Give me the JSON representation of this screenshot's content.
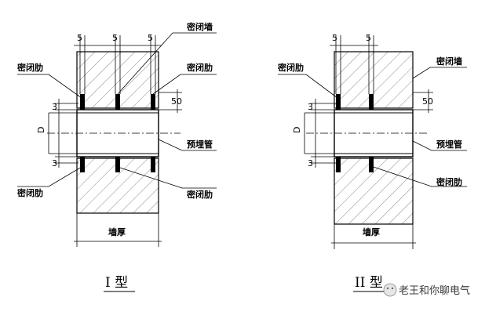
{
  "type1": {
    "dims": {
      "rib_spacing_a": "5",
      "rib_spacing_b": "5",
      "rib_spacing_c": "5",
      "gap_top": "3",
      "gap_bottom": "3",
      "diameter": "D",
      "height": "50"
    },
    "labels": {
      "rib_left_top": "密闭肋",
      "wall": "密闭墙",
      "rib_right_top": "密闭肋",
      "pipe": "预埋管",
      "rib_left_bottom": "密闭肋",
      "rib_right_bottom": "密闭肋",
      "thickness": "墙厚"
    },
    "caption": "I 型"
  },
  "type2": {
    "dims": {
      "rib_spacing_a": "5",
      "rib_spacing_b": "5",
      "gap_top": "3",
      "gap_bottom": "3",
      "diameter": "D",
      "height": "50"
    },
    "labels": {
      "rib_left_top": "密闭肋",
      "wall": "密闭墙",
      "pipe": "预埋管",
      "rib_right_bottom": "密闭肋",
      "thickness": "墙厚"
    },
    "caption": "II 型"
  },
  "watermark": {
    "icon": "wechat-icon",
    "text": "老王和你聊电气"
  }
}
